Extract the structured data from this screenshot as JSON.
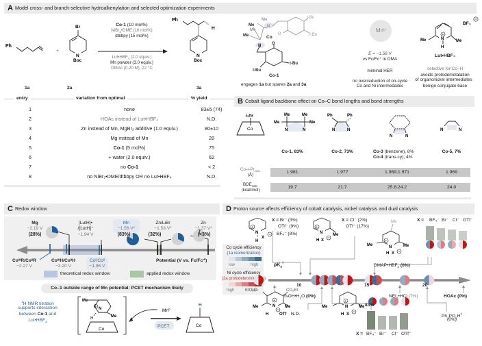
{
  "panelA": {
    "letter": "A",
    "title": "Model cross- and branch-selective hydroalkenylation and selected optimization experiments",
    "reaction": {
      "reactant1": {
        "label": "1a",
        "groups": [
          "Ph"
        ]
      },
      "plus": "+",
      "reactant2": {
        "label": "2a",
        "groups": [
          "Br",
          "N",
          "Boc"
        ]
      },
      "product": {
        "label": "3a",
        "groups": [
          "Ph",
          "H",
          "N",
          "Boc"
        ]
      },
      "conditions_above": [
        {
          "text": "Co-1 (10 mol%)",
          "bold_part": "Co-1",
          "rest": " (10 mol%)"
        },
        {
          "text": "NiBr2•DME (10 mol%)"
        },
        {
          "text": "dtbbpy (15 mol%)"
        }
      ],
      "conditions_below": [
        {
          "text": "Lut•HBF4 (2.0 equiv.)"
        },
        {
          "text": "Mn powder (3.0 equiv.)"
        },
        {
          "text": "DMAc (0.20 M), 22 °C"
        }
      ]
    },
    "table": {
      "headers": {
        "entry": "entry",
        "variation": "variation from optimal",
        "yield": "% yield"
      },
      "rows": [
        {
          "entry": "1",
          "variation": "none",
          "yield": "83±5 (74)"
        },
        {
          "entry": "2",
          "variation": "HOAc instead of Lut•HBF₄",
          "yield": "N.D."
        },
        {
          "entry": "3",
          "variation": "Zn instead of Mn, MgBr₂ additive (1.0 equiv.)",
          "yield": "80±10"
        },
        {
          "entry": "4",
          "variation": "Mg instead of Mn",
          "yield": "28"
        },
        {
          "entry": "5",
          "variation_bold": "Co-1",
          "variation": " (5 mol%)",
          "yield": "75"
        },
        {
          "entry": "6",
          "variation": "+ water (2.0 equiv.)",
          "yield": "62"
        },
        {
          "entry": "7",
          "variation_pre": "no ",
          "variation_bold": "Co-1",
          "variation": "",
          "yield": "< 2"
        },
        {
          "entry": "8",
          "variation": "no NiBr₂•DME/dtbbpy OR no Lut•HBF₄",
          "yield": "N.D."
        }
      ]
    },
    "reagents": {
      "co1": {
        "name": "Co-1",
        "groups": [
          "Me",
          "Me",
          "Me",
          "Me",
          "N",
          "N",
          "Co",
          "O",
          "O",
          "t-Bu",
          "t-Bu",
          "t-Bu",
          "t-Bu"
        ],
        "caption_pre": "engages ",
        "caption_b1": "1a",
        "caption_mid": " but spares ",
        "caption_b2": "2a",
        "caption_and": " and ",
        "caption_b3": "3a"
      },
      "mn": {
        "name": "Mn⁰",
        "potential": "E = −1.56 V",
        "reference": "vs Fc/Fc⁺ in DMA",
        "note1": "miminal HER",
        "note2a": "no overreduction of on-cycle",
        "note2b": "Co and Ni intermedaites"
      },
      "lut": {
        "name": "Lut•HBF₄",
        "groups": [
          "Me",
          "Me",
          "N",
          "H",
          "BF₄"
        ],
        "note1": "selective for Co–H",
        "note2a": "avoids protodemetalation",
        "note2b": "of organonickel intermediates",
        "note3": "benign conjugate base"
      }
    }
  },
  "panelB": {
    "letter": "B",
    "title": "Cobalt ligand backbone effect on Co–C bond lengths and bond strengths",
    "model": {
      "top": "i-Pr",
      "metal": "Co"
    },
    "row_labels": {
      "bond_length": "Co–i-Pr",
      "bond_length_sub": "calc.",
      "bond_length_unit": "(Å)",
      "bde": "BDE",
      "bde_sub": "calc.",
      "bde_unit": "(kcal/mol)"
    },
    "ligands": [
      {
        "label": "Co-1",
        "yield": ", 83%",
        "bond_length": "1.981",
        "bde": "19.7",
        "groups": [
          "Me",
          "Me",
          "Me",
          "Me",
          "N",
          "N"
        ]
      },
      {
        "label": "Co-2",
        "yield": ", 73%",
        "bond_length": "1.977",
        "bde": "21.7",
        "groups": [
          "Ph",
          "Ph",
          "N",
          "N"
        ]
      },
      {
        "label": "Co-3",
        "yield": " (benzene), 8%",
        "label2": "Co-4",
        "yield2": " (trans-cy), 4%",
        "bond_length": "1.969;1.971",
        "bde": "25.8;24.2",
        "groups": [
          "N",
          "N"
        ]
      },
      {
        "label": "Co-5",
        "yield": ", 7%",
        "bond_length": "1.969",
        "bde": "24.0",
        "groups": [
          "N",
          "N"
        ]
      }
    ]
  },
  "panelC": {
    "letter": "C",
    "title": "Redox window",
    "axis_label": "Potential (V vs. Fc/Fc⁺)",
    "reductants": [
      {
        "name": "Mg",
        "potential": "−2.19 V",
        "yield": "(28%)",
        "fraction": 0.28
      },
      {
        "name": "[LutH]•/[LutH]⁺",
        "name1": "[LutH]•",
        "name2": "/[LutH]⁺",
        "potential": "−1.94 V"
      },
      {
        "name": "Mn",
        "potential": "−1.56 V*",
        "yield": "(83%)",
        "fraction": 0.83
      },
      {
        "name": "Zn/LiBr",
        "potential": "−1.53 V*",
        "yield": "(32%)",
        "fraction": 0.32
      },
      {
        "name": "Zn",
        "potential": "−1.37 V*",
        "yield": "(<3%)",
        "fraction": 0.03
      }
    ],
    "couples": [
      {
        "name": "CoᴵᴵᴵR/CoᴵᴵR",
        "potential": "−2.27 V"
      },
      {
        "name": "CoᴵᴵᴵH/CoᴵᴵH",
        "potential": "−2.20 V"
      },
      {
        "name": "Coᴵ/Coᴵᴵ",
        "potential": "−1.96 V"
      }
    ],
    "legend": {
      "theoretical": "theoretical redox window",
      "applied": "applied redox window"
    },
    "banner": "Co–1 outside range of Mn potential: PCET mechanism likely",
    "nmr_note": [
      "¹H NMR titration",
      "supports interaction",
      "between ",
      "Co-1",
      " and",
      "Lut•HBF₄"
    ],
    "scheme": {
      "reagent": "Mn⁰",
      "arrow_label": "PCET",
      "start_groups": [
        "Me",
        "Me",
        "N",
        "H",
        "Co"
      ],
      "end_groups": [
        "H",
        "Co"
      ]
    }
  },
  "panelD": {
    "letter": "D",
    "title": "Proton source affects efficiency of cobalt catalysis, nickel catalysis and dual catalysis",
    "legend": {
      "co_title": "Co cycle efficiency",
      "co_sub": "(1a isomerization)",
      "co_low": "low",
      "co_high": "high",
      "ni_title": "Ni cycle efficiency",
      "ni_sub": "(2a protodebromination)",
      "ni_high": "high",
      "ni_low": "low",
      "co_colors": [
        "#dde4ec",
        "#b8c8d8",
        "#93acc3",
        "#6b8fae",
        "#3d6d92"
      ],
      "ni_colors": [
        "#f3d6d8",
        "#e9a8ac",
        "#df7c82",
        "#d24a50",
        "#c01818"
      ]
    },
    "axis": {
      "label": "pKa",
      "label_sup": "†",
      "ticks": [
        "10",
        "15",
        "20"
      ]
    },
    "acids_top": [
      {
        "name": "pyridinium",
        "groups": [
          "N",
          "H",
          "X"
        ],
        "x_label": "X = ",
        "values": [
          "Br⁻ (3%)",
          "OTf⁻ (9%)",
          "BF₄⁻ (8%)"
        ]
      },
      {
        "name": "2-picolinium",
        "groups": [
          "N",
          "H",
          "X",
          "Me"
        ],
        "x_label": "X = ",
        "values": [
          "Cl⁻ (2%)",
          "OTf⁻ (17%)"
        ]
      },
      {
        "name": "collidinium",
        "groups": [
          "Me",
          "Me",
          "Me",
          "N",
          "H",
          "X"
        ],
        "x_label": "X = ",
        "anions": [
          "BF₄⁻",
          "Br⁻",
          "Cl⁻",
          "OTf⁻"
        ]
      },
      {
        "name": "DMAP•HBF₄",
        "label": "DMAP•HBF₄ (0%)"
      }
    ],
    "acids_bottom": [
      {
        "name": "TsOH•H₂O",
        "label": "TsOH•H₂O (0%)"
      },
      {
        "name": "NEt₃•HCl",
        "label": "NEt₃•HCl (7%)"
      },
      {
        "name": "HOAc",
        "label": "HOAc (0%)"
      },
      {
        "name": "Ph₂PO₂H",
        "label": "Ph₂PO₂H‡",
        "yield": "(0%)"
      },
      {
        "name": "Hantzsch pyridinium",
        "groups": [
          "EtO₂C",
          "CO₂Et",
          "Me",
          "Me",
          "N",
          "H",
          "OTf"
        ],
        "yield": "N.D."
      },
      {
        "name": "lutidinium",
        "groups": [
          "Me",
          "Me",
          "N",
          "H",
          "X"
        ],
        "x_label": "X = ",
        "anions": [
          "BF₄⁻",
          "Br⁻",
          "Cl⁻",
          "OTf⁻"
        ],
        "top_label": "83%"
      }
    ],
    "markers": [
      {
        "pka": 8.7,
        "co": 0,
        "ni": 4
      },
      {
        "pka": 13.0,
        "co": 2,
        "ni": 4
      },
      {
        "pka": 13.6,
        "co": 2,
        "ni": 4
      },
      {
        "pka": 14.2,
        "co": 2,
        "ni": 3
      },
      {
        "pka": 14.8,
        "co": 4,
        "ni": 3
      },
      {
        "pka": 15.4,
        "co": 0,
        "ni": 4
      },
      {
        "pka": 17.3,
        "co": 0,
        "ni": 4
      },
      {
        "pka": 17.9,
        "co": 4,
        "ni": 3
      },
      {
        "pka": 20.3,
        "co": 2,
        "ni": 2
      },
      {
        "pka": 22.4,
        "co": 3,
        "ni": 0
      }
    ],
    "collidinium_bars": {
      "values": [
        0.95,
        0.8,
        0.75,
        0.65
      ],
      "anions": [
        "BF₄⁻",
        "Br⁻",
        "Cl⁻",
        "OTf⁻"
      ],
      "co": [
        3,
        1,
        2,
        0
      ],
      "ni": [
        4,
        2,
        1,
        4
      ]
    },
    "lutidinium_bars": {
      "values": [
        0.83,
        0.6,
        0.6,
        0.72
      ],
      "anions": [
        "BF₄⁻",
        "Br⁻",
        "Cl⁻",
        "OTf⁻"
      ],
      "co": [
        4,
        2,
        2,
        0
      ],
      "ni": [
        4,
        2,
        2,
        4
      ]
    }
  },
  "colors": {
    "header_bg": "#ebebeb",
    "cell_gray": "#c8c8c8",
    "co_blue": "#1f5f98",
    "window_blue": "#b8c7dd",
    "window_green": "#a9c7a6",
    "bar_dark": "#7c8a78",
    "bar_light": "#b3b9b0",
    "ni_red": "#c41c1c"
  }
}
